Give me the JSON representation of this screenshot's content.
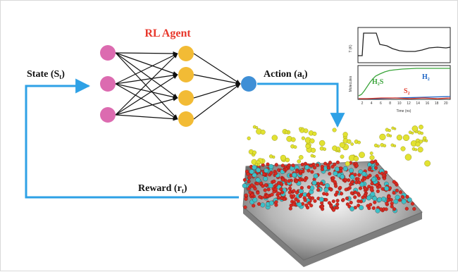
{
  "title": "RL Agent",
  "labels": {
    "state_main": "State (S",
    "state_sub": "t",
    "state_close": ")",
    "action_main": "Action (a",
    "action_sub": "t",
    "action_close": ")",
    "reward_main": "Reward (r",
    "reward_sub": "t",
    "reward_close": ")"
  },
  "inset_plot": {
    "top_ylabel": "T (K)",
    "bottom_ylabel": "Molecules",
    "xlabel": "Time (ns)",
    "x_ticks": [
      "2",
      "4",
      "6",
      "8",
      "10",
      "12",
      "14",
      "16",
      "18",
      "20"
    ],
    "species": {
      "h2s_main": "H",
      "h2s_sub": "2",
      "h2s_end": "S",
      "h2_main": "H",
      "h2_sub": "2",
      "s2_main": "S",
      "s2_sub": "2"
    }
  },
  "colors": {
    "input_nodes": "#dc6bb0",
    "hidden_nodes": "#f2bb35",
    "output_node": "#3f8fd6",
    "feedback_arrows": "#2ea1e6",
    "agent_title": "#e8382c",
    "h2s_series": "#3aa43a",
    "h2_series": "#1c64c4",
    "s2_series": "#e23a2a",
    "surface_atom_red": "#d82a20",
    "surface_atom_cyan": "#3cc0c8",
    "gas_molecule": "#e2e232",
    "slab": "#8f8f8f"
  },
  "network": {
    "input_count": 3,
    "hidden_count": 4,
    "output_count": 1
  },
  "illustration": "molecular-dynamics-surface-slab"
}
